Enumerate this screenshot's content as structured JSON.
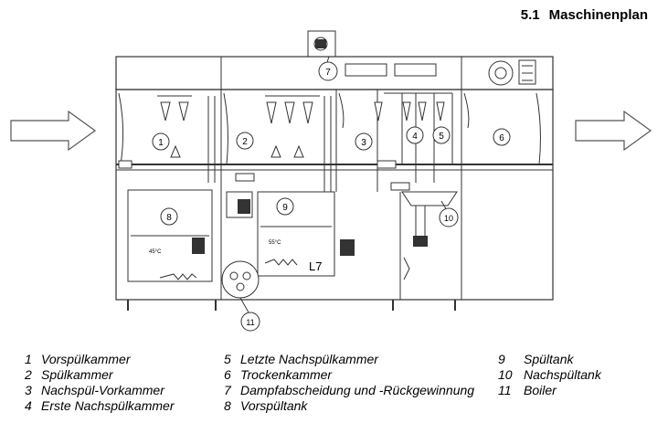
{
  "section": {
    "number": "5.1",
    "title": "Maschinenplan"
  },
  "diagram": {
    "chamber_labels": [
      "1",
      "2",
      "3",
      "4",
      "5",
      "6"
    ],
    "callouts": [
      "7",
      "8",
      "9",
      "10",
      "11"
    ],
    "model": "L7",
    "temperatures": [
      "45°C",
      "55°C"
    ]
  },
  "legend": [
    {
      "num": "1",
      "text": "Vorspülkammer"
    },
    {
      "num": "2",
      "text": "Spülkammer"
    },
    {
      "num": "3",
      "text": "Nachspül-Vorkammer"
    },
    {
      "num": "4",
      "text": "Erste Nachspülkammer"
    },
    {
      "num": "5",
      "text": "Letzte Nachspülkammer"
    },
    {
      "num": "6",
      "text": "Trockenkammer"
    },
    {
      "num": "7",
      "text": "Dampfabscheidung und -Rückgewinnung"
    },
    {
      "num": "8",
      "text": "Vorspültank"
    },
    {
      "num": "9",
      "text": "Spültank"
    },
    {
      "num": "10",
      "text": "Nachspültank"
    },
    {
      "num": "11",
      "text": "Boiler"
    }
  ]
}
